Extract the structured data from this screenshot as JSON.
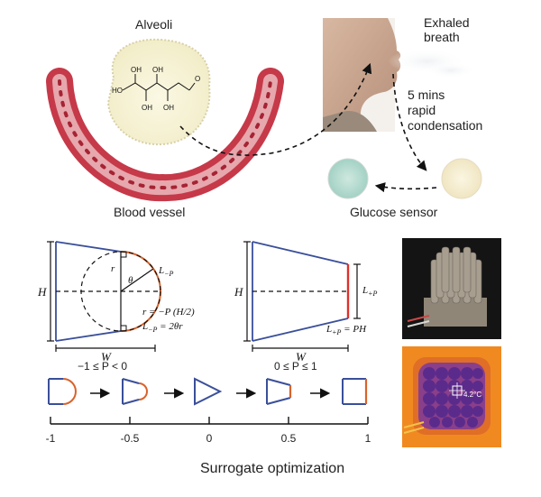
{
  "top": {
    "alveoli_label": "Alveoli",
    "blood_vessel_label": "Blood vessel",
    "exhaled_breath_line1": "Exhaled",
    "exhaled_breath_line2": "breath",
    "condensation_line1": "5 mins",
    "condensation_line2": "rapid",
    "condensation_line3": "condensation",
    "glucose_sensor_label": "Glucose sensor",
    "molecule_groups": [
      "HO",
      "OH",
      "OH",
      "OH",
      "OH",
      "O"
    ]
  },
  "panels": {
    "left": {
      "H": "H",
      "W": "W",
      "r": "r",
      "theta": "θ",
      "L_side": "L",
      "L_side_sub": "−P",
      "eq1": "r = −P (H/2)",
      "eq2_lhs": "L",
      "eq2_sub": "−P",
      "eq2_rhs": " = 2θr",
      "range": "−1 ≤ P < 0"
    },
    "right": {
      "H": "H",
      "W": "W",
      "L_side": "L",
      "L_side_sub": "+P",
      "eq_lhs": "L",
      "eq_sub": "+P",
      "eq_rhs": " = PH",
      "range": "0 ≤ P ≤ 1"
    }
  },
  "thermal": {
    "temp_readout": "4.2°C"
  },
  "axis": {
    "ticks": [
      "-1",
      "-0.5",
      "0",
      "0.5",
      "1"
    ],
    "title": "Surrogate optimization"
  },
  "colors": {
    "blue_edge": "#3a4f9a",
    "orange_edge": "#d9622b",
    "red_edge": "#e0302a",
    "vessel": "#b8323f",
    "sensor_green": "#b9ddd3",
    "sensor_cream": "#f6efd7",
    "thermal_bg": "#f08a20",
    "thermal_cold": "#5b2b8c"
  }
}
